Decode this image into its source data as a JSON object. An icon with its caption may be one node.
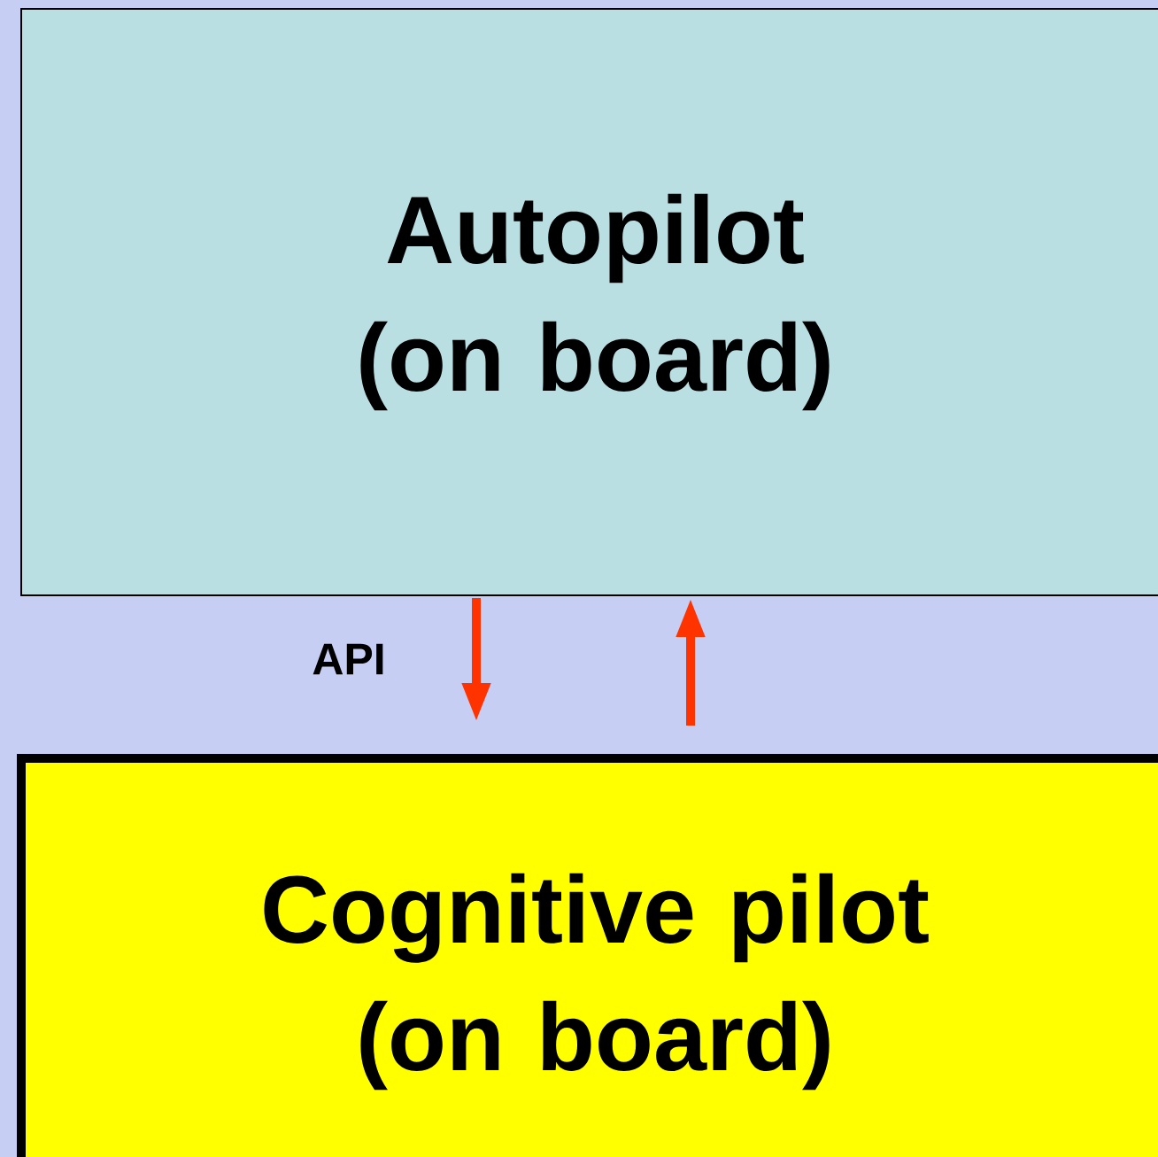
{
  "diagram": {
    "nodes": [
      {
        "text": [
          "Autopilot (on board)"
        ]
      },
      {
        "text": [
          "Cognitive pilot (on board)"
        ]
      }
    ],
    "edges": [
      {
        "from": 0,
        "to": 1,
        "arrow": "to",
        "label": "API"
      },
      {
        "from": 1,
        "to": 0,
        "arrow": "to"
      }
    ]
  }
}
